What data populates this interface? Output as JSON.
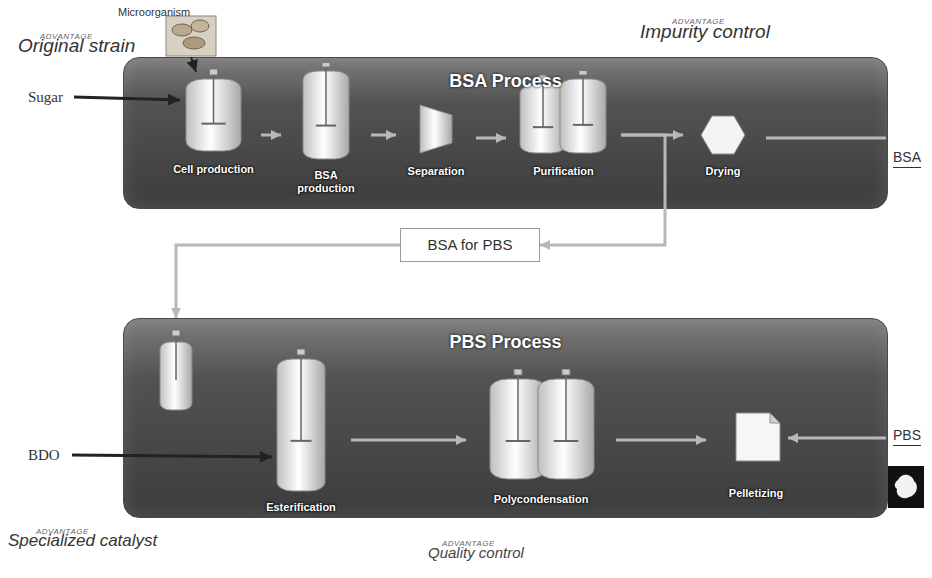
{
  "diagram": {
    "nodes": [
      {
        "text": [
          "BSA Process"
        ]
      },
      {
        "text": [
          "Cell production"
        ],
        "in": 0
      },
      {
        "text": [
          "BSA production"
        ],
        "in": 0
      },
      {
        "text": [
          "Separation"
        ],
        "in": 0
      },
      {
        "text": [
          "Purification"
        ],
        "in": 0
      },
      {
        "text": [
          "Drying"
        ],
        "in": 0
      },
      {
        "text": [
          "BSA for PBS"
        ]
      },
      {
        "text": [
          "PBS Process"
        ]
      },
      {
        "text": [
          "Esterification"
        ],
        "in": 7
      },
      {
        "text": [
          "Polycondensation"
        ],
        "in": 7
      },
      {
        "text": [
          "Pelletizing"
        ],
        "in": 7
      }
    ],
    "edges": [
      {
        "from": 1,
        "to": 2,
        "arrow": "to"
      },
      {
        "from": 2,
        "to": 3,
        "arrow": "to"
      },
      {
        "from": 3,
        "to": 4,
        "arrow": "to"
      },
      {
        "from": 4,
        "to": 5,
        "arrow": "to"
      },
      {
        "from": 4,
        "to": 6,
        "arrow": "to"
      },
      {
        "from": 6,
        "to": 7,
        "arrow": "to"
      },
      {
        "from": 8,
        "to": 9,
        "arrow": "to"
      },
      {
        "from": 9,
        "to": 10,
        "arrow": "to"
      }
    ],
    "labels": [
      "Microorganism",
      "ADVANTAGE",
      "Original strain",
      "Sugar",
      "ADVANTAGE",
      "Impurity control",
      "BSA",
      "BDO",
      "ADVANTAGE",
      "Specialized catalyst",
      "ADVANTAGE",
      "Quality control",
      "PBS"
    ]
  }
}
